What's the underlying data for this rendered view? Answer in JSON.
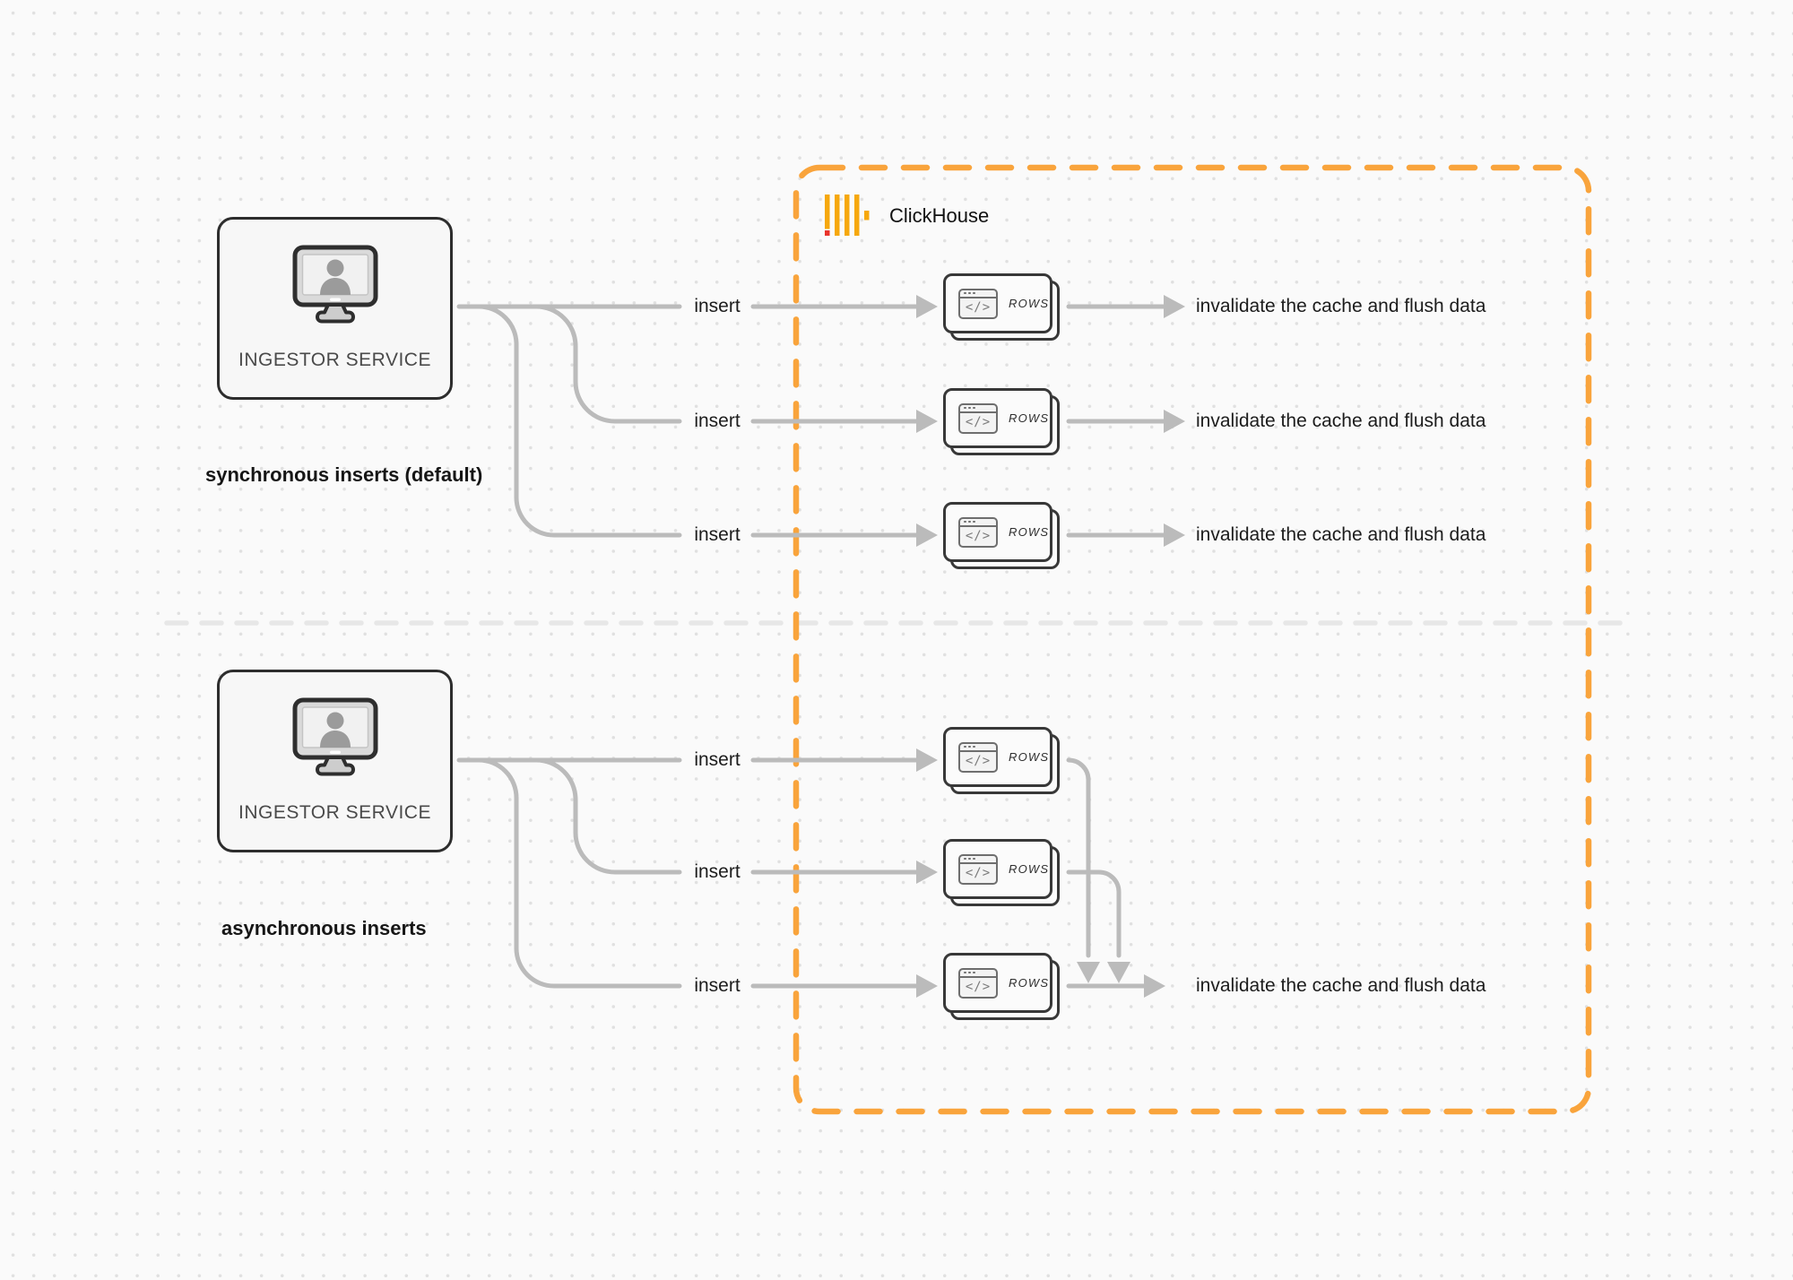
{
  "colors": {
    "accent_orange": "#F9A43C",
    "logo_yellow": "#F6A80D",
    "logo_red": "#E9342B",
    "connector_gray": "#BBBBBB",
    "divider_gray": "#E7E7E7"
  },
  "clickhouse": {
    "label": "ClickHouse"
  },
  "sync_section": {
    "caption": "synchronous inserts (default)",
    "service_label": "INGESTOR SERVICE",
    "rows": [
      {
        "insert_label": "insert",
        "card_label": "ROWS",
        "code_glyph": "</>",
        "result_label": "invalidate the cache and flush data"
      },
      {
        "insert_label": "insert",
        "card_label": "ROWS",
        "code_glyph": "</>",
        "result_label": "invalidate the cache and flush data"
      },
      {
        "insert_label": "insert",
        "card_label": "ROWS",
        "code_glyph": "</>",
        "result_label": "invalidate the cache and flush data"
      }
    ]
  },
  "async_section": {
    "caption": "asynchronous inserts",
    "service_label": "INGESTOR SERVICE",
    "rows": [
      {
        "insert_label": "insert",
        "card_label": "ROWS",
        "code_glyph": "</>"
      },
      {
        "insert_label": "insert",
        "card_label": "ROWS",
        "code_glyph": "</>"
      },
      {
        "insert_label": "insert",
        "card_label": "ROWS",
        "code_glyph": "</>"
      }
    ],
    "result_label": "invalidate the cache and flush data"
  }
}
